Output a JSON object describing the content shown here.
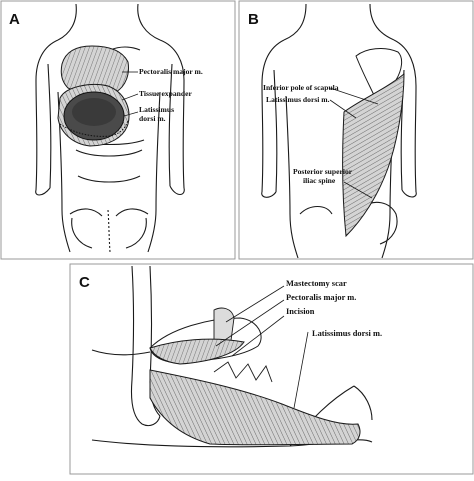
{
  "figure": {
    "colors": {
      "ink": "#1a1a1a",
      "muscle": "#cfcfcf",
      "expander": "#4a4a4a",
      "panel_border": "#999999"
    },
    "panels": {
      "a": {
        "letter": "A",
        "labels": {
          "pectoralis": "Pectoralis major m.",
          "expander": "Tissue expander",
          "latissimus_1": "Latissimus",
          "latissimus_2": "dorsi m."
        }
      },
      "b": {
        "letter": "B",
        "labels": {
          "scapula": "Inferior pole of scapula",
          "latissimus": "Latissimus dorsi m.",
          "iliac_1": "Posterior superior",
          "iliac_2": "iliac spine"
        }
      },
      "c": {
        "letter": "C",
        "labels": {
          "scar": "Mastectomy scar",
          "pectoralis": "Pectoralis major m.",
          "incision": "Incision",
          "latissimus": "Latissimus dorsi m."
        }
      }
    }
  }
}
